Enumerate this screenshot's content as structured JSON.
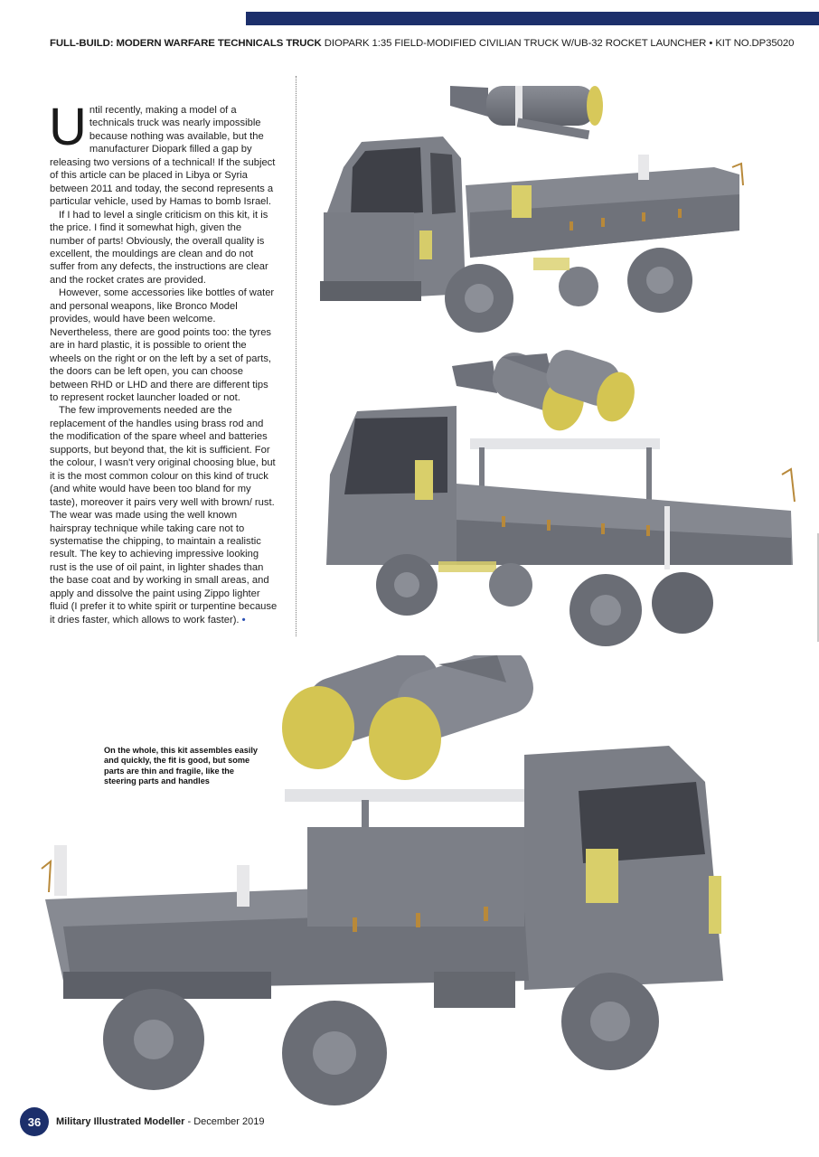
{
  "header": {
    "title_bold": "FULL-BUILD: MODERN WARFARE TECHNICALS TRUCK",
    "title_rest": " DIOPARK 1:35 FIELD-MODIFIED CIVILIAN TRUCK W/UB-32 ROCKET LAUNCHER • KIT NO.DP35020"
  },
  "article": {
    "dropcap": "U",
    "paragraphs": [
      "ntil recently, making a model of a technicals truck was nearly impossible because nothing was available, but the manufacturer Diopark filled a gap by releasing two versions of a technical! If the subject of this article can be placed in Libya or Syria between 2011 and today, the second represents a particular vehicle, used by Hamas to bomb Israel.",
      "If I had to level a single criticism on this kit, it is the price. I find it somewhat high, given the number of parts! Obviously, the overall quality is excellent, the mouldings are clean and do not suffer from any defects, the instructions are clear and the rocket crates are provided.",
      "However, some accessories like bottles of water and personal weapons, like Bronco Model provides, would have been welcome. Nevertheless, there are good points too: the tyres are in hard plastic, it is possible to orient the wheels on the right or on the left by a set of parts, the doors can be left open, you can choose between RHD or LHD and there are different tips to represent rocket launcher loaded or not.",
      "The few improvements needed are the replacement of the handles using brass rod and the modification of the spare wheel and batteries supports, but beyond that, the kit is sufficient. For the colour, I wasn't very original choosing blue, but it is the most common colour on this kind of truck (and white would have been too bland for my taste), moreover it pairs very well with brown/ rust. The wear was made using the well known hairspray technique while taking care not to systematise the chipping, to maintain a realistic result. The key to achieving impressive looking rust is the use of oil paint, in lighter shades than the base coat and by working in small areas, and apply and dissolve the paint using Zippo lighter fluid (I prefer it to white spirit or turpentine because it dries faster, which allows to work faster)."
    ],
    "end_mark": "•"
  },
  "caption": "On the whole, this kit assembles easily and quickly, the fit is good, but some parts are thin and fragile, like the steering parts and handles",
  "footer": {
    "page_number": "36",
    "magazine": "Military Illustrated Modeller",
    "issue": " - December 2019"
  },
  "colors": {
    "brand_navy": "#1c2f6b",
    "truck_grey": "#7b7e86",
    "tape_yellow": "#d9cf6a",
    "brass": "#b8893a"
  }
}
